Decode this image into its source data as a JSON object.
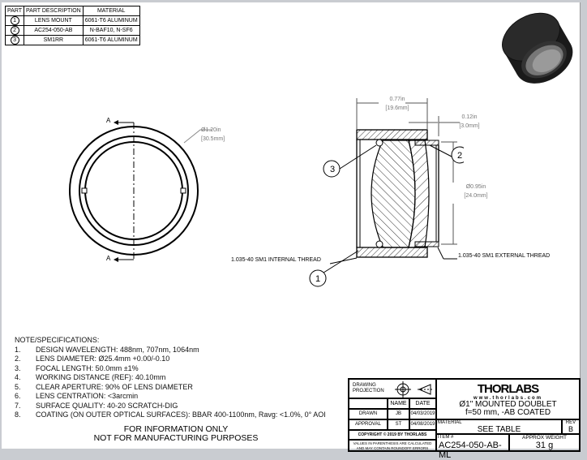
{
  "parts_table": {
    "headers": [
      "PART",
      "PART DESCRIPTION",
      "MATERIAL"
    ],
    "rows": [
      {
        "part": "1",
        "description": "LENS MOUNT",
        "material": "6061-T6 ALUMINUM"
      },
      {
        "part": "2",
        "description": "AC254-050-AB",
        "material": "N-BAF10, N-SF6"
      },
      {
        "part": "3",
        "description": "SM1RR",
        "material": "6061-T6 ALUMINUM"
      }
    ]
  },
  "front_view": {
    "section_label_top": "A",
    "section_label_bottom": "A",
    "diameter_in": "Ø1.20in",
    "diameter_mm": "[30.5mm]"
  },
  "section_view": {
    "length_in": "0.77in",
    "length_mm": "[19.6mm]",
    "thread_len_in": "0.12in",
    "thread_len_mm": "[3.0mm]",
    "clear_dia_in": "Ø0.95in",
    "clear_dia_mm": "[24.0mm]",
    "internal_thread": "1.035-40 SM1 INTERNAL THREAD",
    "external_thread": "1.035-40 SM1 EXTERNAL THREAD",
    "balloons": [
      "1",
      "2",
      "3"
    ]
  },
  "notes": {
    "title": "NOTE/SPECIFICATIONS:",
    "items": [
      {
        "n": "1.",
        "text": "DESIGN WAVELENGTH: 488nm, 707nm, 1064nm"
      },
      {
        "n": "2.",
        "text": "LENS DIAMETER: Ø25.4mm +0.00/-0.10"
      },
      {
        "n": "3.",
        "text": "FOCAL LENGTH: 50.0mm ±1%"
      },
      {
        "n": "4.",
        "text": "WORKING DISTANCE (REF): 40.10mm"
      },
      {
        "n": "5.",
        "text": "CLEAR APERTURE: 90% OF LENS DIAMETER"
      },
      {
        "n": "6.",
        "text": "LENS CENTRATION: <3arcmin"
      },
      {
        "n": "7.",
        "text": "SURFACE QUALITY: 40-20 SCRATCH-DIG"
      },
      {
        "n": "8.",
        "text": "COATING (ON OUTER OPTICAL SURFACES): BBAR 400-1100nm, Ravg: <1.0%, 0° AOI"
      }
    ],
    "disclaimer_1": "FOR INFORMATION ONLY",
    "disclaimer_2": "NOT FOR MANUFACTURING PURPOSES"
  },
  "title_block": {
    "projection_label": "DRAWING PROJECTION",
    "name_header": "NAME",
    "date_header": "DATE",
    "drawn_label": "DRAWN",
    "drawn_name": "JB",
    "drawn_date": "04/03/2019",
    "approval_label": "APPROVAL",
    "approval_name": "ST",
    "approval_date": "04/08/2019",
    "copyright": "COPYRIGHT © 2019 BY THORLABS",
    "values_note_1": "VALUES IN PARENTHESIS ARE CALCULATED",
    "values_note_2": "AND MAY CONTAIN ROUNDOFF ERRORS",
    "logo_text": "THORLABS",
    "website": "www.thorlabs.com",
    "title_line_1": "Ø1\" MOUNTED DOUBLET",
    "title_line_2": "f=50 mm, -AB COATED",
    "material_label": "MATERIAL",
    "material_value": "SEE TABLE",
    "rev_label": "REV",
    "rev_value": "B",
    "item_label": "ITEM #",
    "item_value": "AC254-050-AB-ML",
    "weight_label": "APPROX WEIGHT",
    "weight_value": "31 g"
  }
}
